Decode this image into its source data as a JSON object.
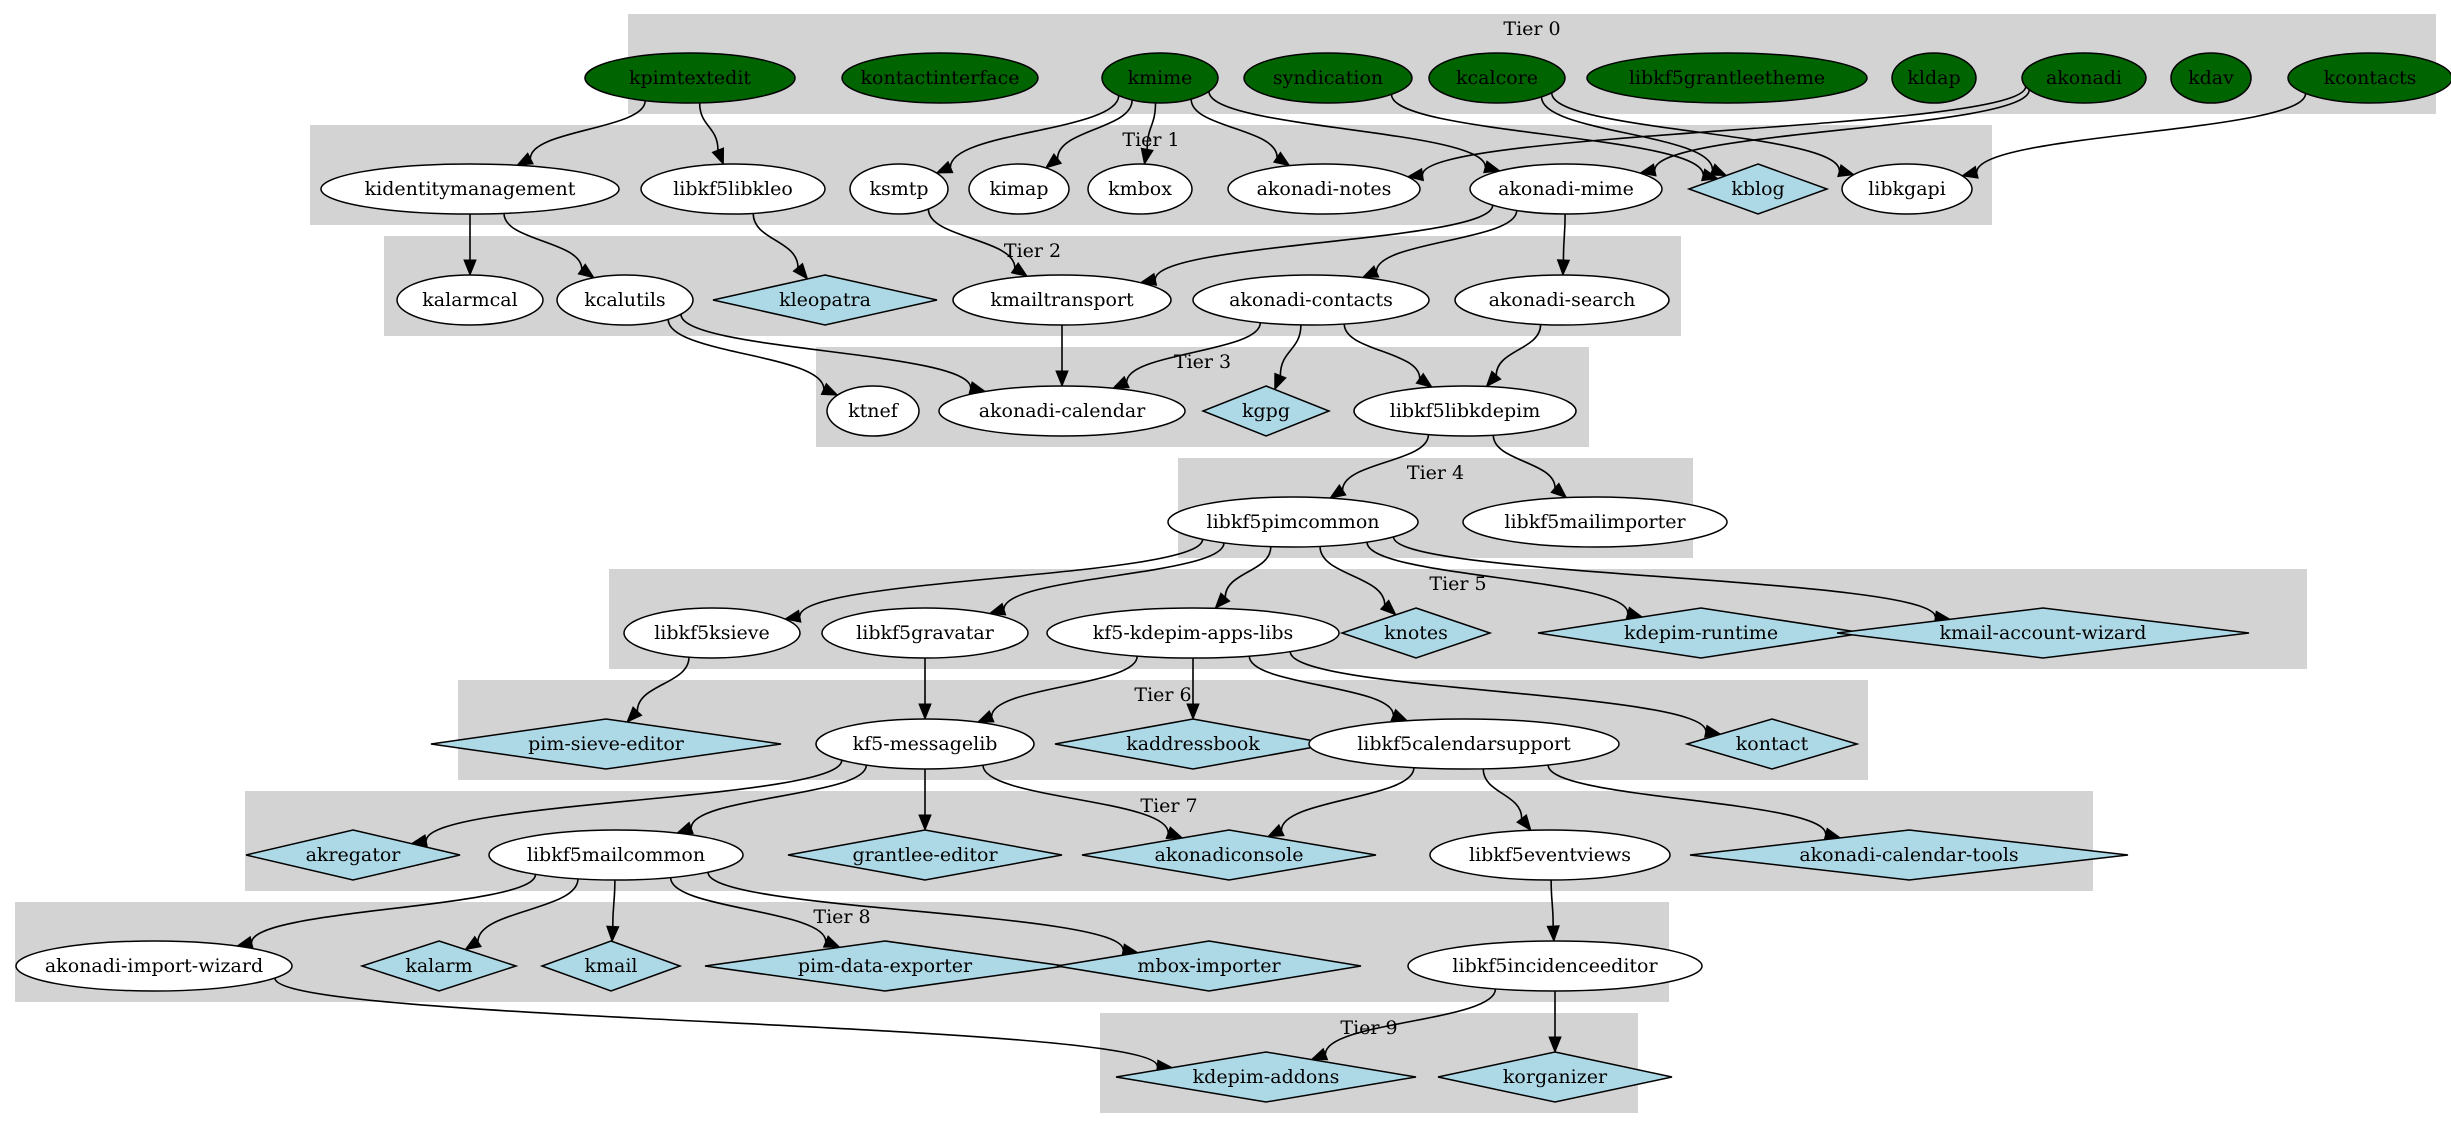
{
  "colors": {
    "tier_background": "#d3d3d3",
    "tier0_node_fill": "#006400",
    "library_node_fill": "#ffffff",
    "application_node_fill": "#add8e6",
    "edge": "#000000"
  },
  "tiers": [
    {
      "id": "t0",
      "label": "Tier 0"
    },
    {
      "id": "t1",
      "label": "Tier 1"
    },
    {
      "id": "t2",
      "label": "Tier 2"
    },
    {
      "id": "t3",
      "label": "Tier 3"
    },
    {
      "id": "t4",
      "label": "Tier 4"
    },
    {
      "id": "t5",
      "label": "Tier 5"
    },
    {
      "id": "t6",
      "label": "Tier 6"
    },
    {
      "id": "t7",
      "label": "Tier 7"
    },
    {
      "id": "t8",
      "label": "Tier 8"
    },
    {
      "id": "t9",
      "label": "Tier 9"
    }
  ],
  "nodes": [
    {
      "id": "kpimtextedit",
      "label": "kpimtextedit",
      "kind": "tier0"
    },
    {
      "id": "kontactinterface",
      "label": "kontactinterface",
      "kind": "tier0"
    },
    {
      "id": "kmime",
      "label": "kmime",
      "kind": "tier0"
    },
    {
      "id": "syndication",
      "label": "syndication",
      "kind": "tier0"
    },
    {
      "id": "kcalcore",
      "label": "kcalcore",
      "kind": "tier0"
    },
    {
      "id": "libkf5grantleetheme",
      "label": "libkf5grantleetheme",
      "kind": "tier0"
    },
    {
      "id": "kldap",
      "label": "kldap",
      "kind": "tier0"
    },
    {
      "id": "akonadi",
      "label": "akonadi",
      "kind": "tier0"
    },
    {
      "id": "kdav",
      "label": "kdav",
      "kind": "tier0"
    },
    {
      "id": "kcontacts",
      "label": "kcontacts",
      "kind": "tier0"
    },
    {
      "id": "kidentitymanagement",
      "label": "kidentitymanagement",
      "kind": "library"
    },
    {
      "id": "libkf5libkleo",
      "label": "libkf5libkleo",
      "kind": "library"
    },
    {
      "id": "ksmtp",
      "label": "ksmtp",
      "kind": "library"
    },
    {
      "id": "kimap",
      "label": "kimap",
      "kind": "library"
    },
    {
      "id": "kmbox",
      "label": "kmbox",
      "kind": "library"
    },
    {
      "id": "akonadi-notes",
      "label": "akonadi-notes",
      "kind": "library"
    },
    {
      "id": "akonadi-mime",
      "label": "akonadi-mime",
      "kind": "library"
    },
    {
      "id": "kblog",
      "label": "kblog",
      "kind": "application"
    },
    {
      "id": "libkgapi",
      "label": "libkgapi",
      "kind": "library"
    },
    {
      "id": "kalarmcal",
      "label": "kalarmcal",
      "kind": "library"
    },
    {
      "id": "kcalutils",
      "label": "kcalutils",
      "kind": "library"
    },
    {
      "id": "kleopatra",
      "label": "kleopatra",
      "kind": "application"
    },
    {
      "id": "kmailtransport",
      "label": "kmailtransport",
      "kind": "library"
    },
    {
      "id": "akonadi-contacts",
      "label": "akonadi-contacts",
      "kind": "library"
    },
    {
      "id": "akonadi-search",
      "label": "akonadi-search",
      "kind": "library"
    },
    {
      "id": "ktnef",
      "label": "ktnef",
      "kind": "library"
    },
    {
      "id": "akonadi-calendar",
      "label": "akonadi-calendar",
      "kind": "library"
    },
    {
      "id": "kgpg",
      "label": "kgpg",
      "kind": "application"
    },
    {
      "id": "libkf5libkdepim",
      "label": "libkf5libkdepim",
      "kind": "library"
    },
    {
      "id": "libkf5pimcommon",
      "label": "libkf5pimcommon",
      "kind": "library"
    },
    {
      "id": "libkf5mailimporter",
      "label": "libkf5mailimporter",
      "kind": "library"
    },
    {
      "id": "libkf5ksieve",
      "label": "libkf5ksieve",
      "kind": "library"
    },
    {
      "id": "libkf5gravatar",
      "label": "libkf5gravatar",
      "kind": "library"
    },
    {
      "id": "kf5-kdepim-apps-libs",
      "label": "kf5-kdepim-apps-libs",
      "kind": "library"
    },
    {
      "id": "knotes",
      "label": "knotes",
      "kind": "application"
    },
    {
      "id": "kdepim-runtime",
      "label": "kdepim-runtime",
      "kind": "application"
    },
    {
      "id": "kmail-account-wizard",
      "label": "kmail-account-wizard",
      "kind": "application"
    },
    {
      "id": "pim-sieve-editor",
      "label": "pim-sieve-editor",
      "kind": "application"
    },
    {
      "id": "kf5-messagelib",
      "label": "kf5-messagelib",
      "kind": "library"
    },
    {
      "id": "kaddressbook",
      "label": "kaddressbook",
      "kind": "application"
    },
    {
      "id": "libkf5calendarsupport",
      "label": "libkf5calendarsupport",
      "kind": "library"
    },
    {
      "id": "kontact",
      "label": "kontact",
      "kind": "application"
    },
    {
      "id": "akregator",
      "label": "akregator",
      "kind": "application"
    },
    {
      "id": "libkf5mailcommon",
      "label": "libkf5mailcommon",
      "kind": "library"
    },
    {
      "id": "grantlee-editor",
      "label": "grantlee-editor",
      "kind": "application"
    },
    {
      "id": "akonadiconsole",
      "label": "akonadiconsole",
      "kind": "application"
    },
    {
      "id": "libkf5eventviews",
      "label": "libkf5eventviews",
      "kind": "library"
    },
    {
      "id": "akonadi-calendar-tools",
      "label": "akonadi-calendar-tools",
      "kind": "application"
    },
    {
      "id": "akonadi-import-wizard",
      "label": "akonadi-import-wizard",
      "kind": "library"
    },
    {
      "id": "kalarm",
      "label": "kalarm",
      "kind": "application"
    },
    {
      "id": "kmail",
      "label": "kmail",
      "kind": "application"
    },
    {
      "id": "pim-data-exporter",
      "label": "pim-data-exporter",
      "kind": "application"
    },
    {
      "id": "mbox-importer",
      "label": "mbox-importer",
      "kind": "application"
    },
    {
      "id": "libkf5incidenceeditor",
      "label": "libkf5incidenceeditor",
      "kind": "library"
    },
    {
      "id": "kdepim-addons",
      "label": "kdepim-addons",
      "kind": "application"
    },
    {
      "id": "korganizer",
      "label": "korganizer",
      "kind": "application"
    }
  ],
  "edges": [
    {
      "from": "kpimtextedit",
      "to": "kidentitymanagement"
    },
    {
      "from": "kpimtextedit",
      "to": "libkf5libkleo"
    },
    {
      "from": "kmime",
      "to": "ksmtp"
    },
    {
      "from": "kmime",
      "to": "kimap"
    },
    {
      "from": "kmime",
      "to": "kmbox"
    },
    {
      "from": "kmime",
      "to": "akonadi-notes"
    },
    {
      "from": "kmime",
      "to": "akonadi-mime"
    },
    {
      "from": "syndication",
      "to": "kblog"
    },
    {
      "from": "kcalcore",
      "to": "kblog"
    },
    {
      "from": "kcalcore",
      "to": "libkgapi"
    },
    {
      "from": "akonadi",
      "to": "akonadi-notes"
    },
    {
      "from": "akonadi",
      "to": "akonadi-mime"
    },
    {
      "from": "kcontacts",
      "to": "libkgapi"
    },
    {
      "from": "kidentitymanagement",
      "to": "kalarmcal"
    },
    {
      "from": "kidentitymanagement",
      "to": "kcalutils"
    },
    {
      "from": "libkf5libkleo",
      "to": "kleopatra"
    },
    {
      "from": "ksmtp",
      "to": "kmailtransport"
    },
    {
      "from": "akonadi-mime",
      "to": "kmailtransport"
    },
    {
      "from": "akonadi-mime",
      "to": "akonadi-contacts"
    },
    {
      "from": "akonadi-mime",
      "to": "akonadi-search"
    },
    {
      "from": "kcalutils",
      "to": "ktnef"
    },
    {
      "from": "kcalutils",
      "to": "akonadi-calendar"
    },
    {
      "from": "kmailtransport",
      "to": "akonadi-calendar"
    },
    {
      "from": "akonadi-contacts",
      "to": "akonadi-calendar"
    },
    {
      "from": "akonadi-contacts",
      "to": "kgpg"
    },
    {
      "from": "akonadi-contacts",
      "to": "libkf5libkdepim"
    },
    {
      "from": "akonadi-search",
      "to": "libkf5libkdepim"
    },
    {
      "from": "libkf5libkdepim",
      "to": "libkf5pimcommon"
    },
    {
      "from": "libkf5libkdepim",
      "to": "libkf5mailimporter"
    },
    {
      "from": "libkf5pimcommon",
      "to": "libkf5ksieve"
    },
    {
      "from": "libkf5pimcommon",
      "to": "libkf5gravatar"
    },
    {
      "from": "libkf5pimcommon",
      "to": "kf5-kdepim-apps-libs"
    },
    {
      "from": "libkf5pimcommon",
      "to": "knotes"
    },
    {
      "from": "libkf5pimcommon",
      "to": "kdepim-runtime"
    },
    {
      "from": "libkf5pimcommon",
      "to": "kmail-account-wizard"
    },
    {
      "from": "libkf5ksieve",
      "to": "pim-sieve-editor"
    },
    {
      "from": "libkf5gravatar",
      "to": "kf5-messagelib"
    },
    {
      "from": "kf5-kdepim-apps-libs",
      "to": "kf5-messagelib"
    },
    {
      "from": "kf5-kdepim-apps-libs",
      "to": "kaddressbook"
    },
    {
      "from": "kf5-kdepim-apps-libs",
      "to": "libkf5calendarsupport"
    },
    {
      "from": "kf5-kdepim-apps-libs",
      "to": "kontact"
    },
    {
      "from": "kf5-messagelib",
      "to": "akregator"
    },
    {
      "from": "kf5-messagelib",
      "to": "libkf5mailcommon"
    },
    {
      "from": "kf5-messagelib",
      "to": "grantlee-editor"
    },
    {
      "from": "kf5-messagelib",
      "to": "akonadiconsole"
    },
    {
      "from": "libkf5calendarsupport",
      "to": "akonadiconsole"
    },
    {
      "from": "libkf5calendarsupport",
      "to": "libkf5eventviews"
    },
    {
      "from": "libkf5calendarsupport",
      "to": "akonadi-calendar-tools"
    },
    {
      "from": "libkf5mailcommon",
      "to": "akonadi-import-wizard"
    },
    {
      "from": "libkf5mailcommon",
      "to": "kalarm"
    },
    {
      "from": "libkf5mailcommon",
      "to": "kmail"
    },
    {
      "from": "libkf5mailcommon",
      "to": "pim-data-exporter"
    },
    {
      "from": "libkf5mailcommon",
      "to": "mbox-importer"
    },
    {
      "from": "libkf5eventviews",
      "to": "libkf5incidenceeditor"
    },
    {
      "from": "akonadi-import-wizard",
      "to": "kdepim-addons"
    },
    {
      "from": "libkf5incidenceeditor",
      "to": "kdepim-addons"
    },
    {
      "from": "libkf5incidenceeditor",
      "to": "korganizer"
    }
  ]
}
